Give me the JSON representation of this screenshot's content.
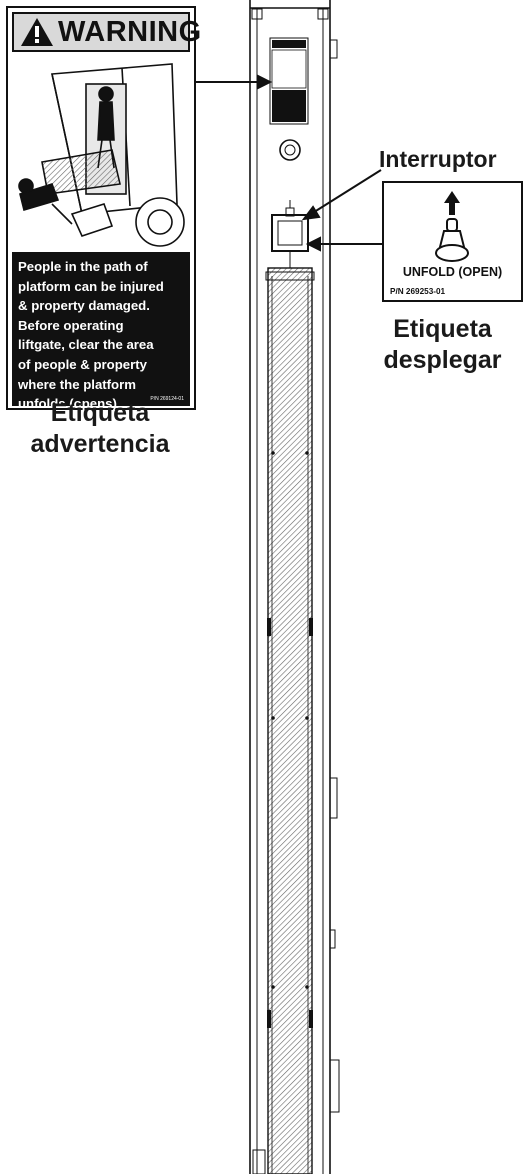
{
  "warning_decal": {
    "signal_word": "WARNING",
    "message_lines": [
      "People in the path of",
      "platform can be injured",
      "& property damaged.",
      "Before operating",
      "liftgate, clear the area",
      "of people & property",
      "where the platform",
      "unfolds (opens)."
    ],
    "part_number": "P/N 269124-01"
  },
  "unfold_decal": {
    "label": "UNFOLD (OPEN)",
    "part_number": "P/N 269253-01"
  },
  "callouts": {
    "switch_label": "Interruptor",
    "unfold_decal_caption_line1": "Etiqueta",
    "unfold_decal_caption_line2": "desplegar",
    "warning_decal_caption_line1": "Etiqueta",
    "warning_decal_caption_line2": "advertencia"
  }
}
